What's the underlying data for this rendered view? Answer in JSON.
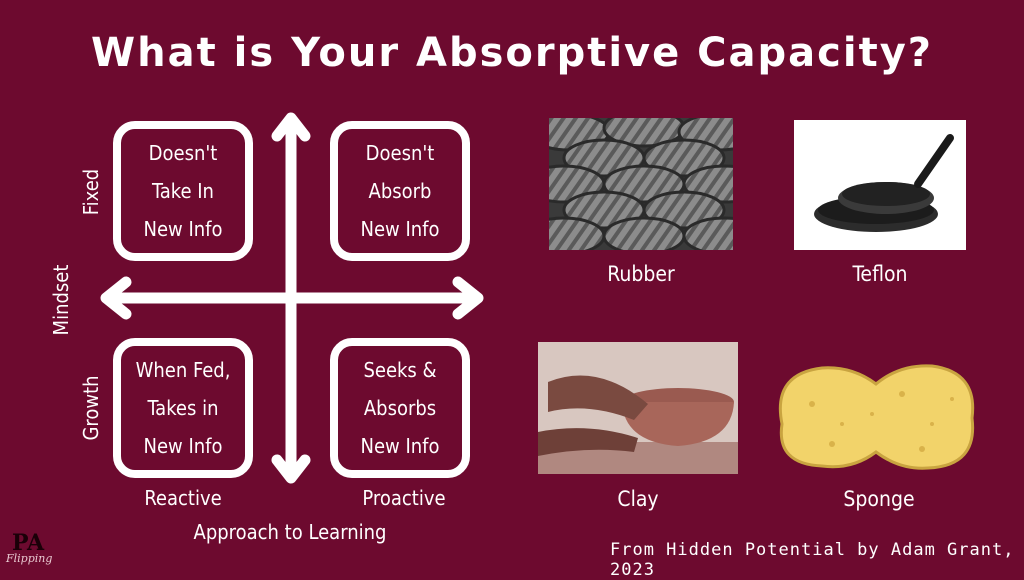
{
  "title": "What is Your Absorptive Capacity?",
  "quadrants": {
    "top_left": [
      "Doesn't",
      "Take In",
      "New Info"
    ],
    "top_right": [
      "Doesn't",
      "Absorb",
      "New Info"
    ],
    "bottom_left": [
      "When Fed,",
      "Takes in",
      "New Info"
    ],
    "bottom_right": [
      "Seeks &",
      "Absorbs",
      "New Info"
    ]
  },
  "y_axis": {
    "label": "Mindset",
    "top": "Fixed",
    "bottom": "Growth"
  },
  "x_axis": {
    "label": "Approach to Learning",
    "left": "Reactive",
    "right": "Proactive"
  },
  "materials": [
    {
      "caption": "Rubber",
      "image": "stacked-tires"
    },
    {
      "caption": "Teflon",
      "image": "nonstick-pans"
    },
    {
      "caption": "Clay",
      "image": "pottery-wheel-hands"
    },
    {
      "caption": "Sponge",
      "image": "yellow-sponge"
    }
  ],
  "source": "From Hidden Potential by Adam Grant, 2023",
  "logo": {
    "letters": "PA",
    "script": "Flipping"
  },
  "colors": {
    "background": "#6d0a2f",
    "foreground": "#ffffff"
  }
}
